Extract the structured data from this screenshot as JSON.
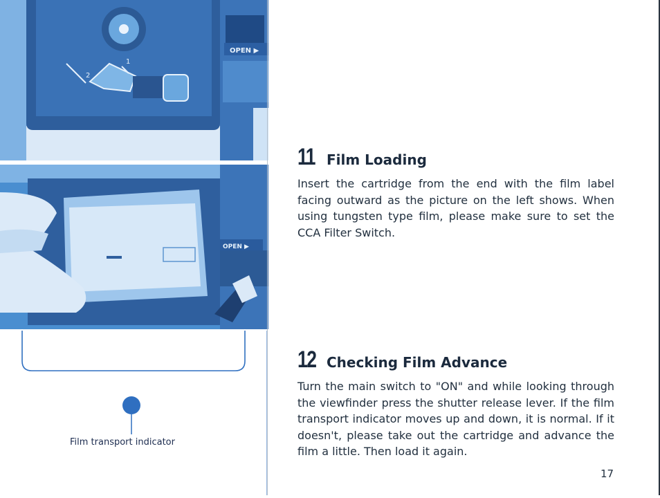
{
  "page": {
    "number": "17"
  },
  "photos": {
    "top": {
      "labels": {
        "open": "OPEN ▶",
        "arrow_1": "1",
        "arrow_2": "2"
      }
    },
    "bottom": {
      "labels": {
        "open": "OPEN ▶"
      }
    }
  },
  "diagram": {
    "caption": "Film transport indicator"
  },
  "sections": [
    {
      "number": "11",
      "title": "Film Loading",
      "body": "Insert the cartridge from the end with the film label facing outward as the picture on the left shows. When using tungsten type film, please make sure to set the CCA Filter Switch."
    },
    {
      "number": "12",
      "title": "Checking Film Advance",
      "body": "Turn the main switch to \"ON\" and while looking through the viewfinder press the shutter release lever. If the film transport indicator moves up and down, it is normal. If it doesn't, please take out the cartridge and advance the film a little. Then load it again."
    }
  ],
  "colors": {
    "photo_blue": "#4a8ed0",
    "photo_dark": "#2f5f9e",
    "photo_light": "#b7d6f2",
    "indicator_blue": "#2f6fc0"
  }
}
